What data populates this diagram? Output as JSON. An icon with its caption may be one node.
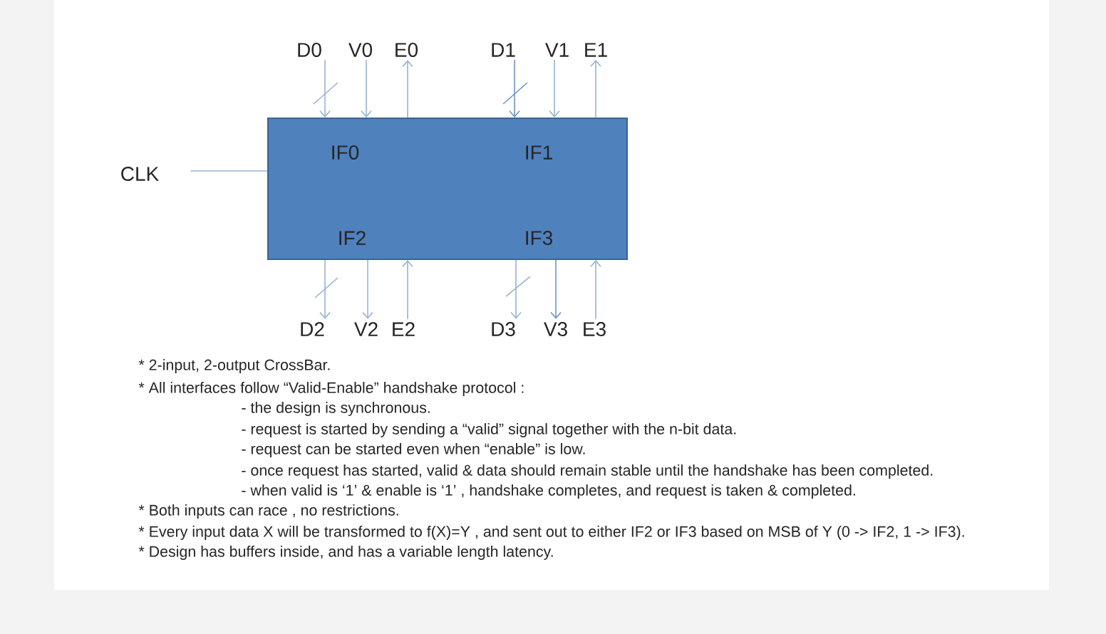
{
  "diagram": {
    "nodes": [
      {
        "text": [
          "D0"
        ]
      },
      {
        "text": [
          "V0"
        ]
      },
      {
        "text": [
          "E0"
        ]
      },
      {
        "text": [
          "D1"
        ]
      },
      {
        "text": [
          "V1"
        ]
      },
      {
        "text": [
          "E1"
        ]
      },
      {
        "text": [
          "CLK"
        ]
      },
      {
        "text": [
          "IF0",
          "IF1",
          "IF2",
          "IF3"
        ]
      },
      {
        "text": [
          "D2"
        ]
      },
      {
        "text": [
          "V2"
        ]
      },
      {
        "text": [
          "E2"
        ]
      },
      {
        "text": [
          "D3"
        ]
      },
      {
        "text": [
          "V3"
        ]
      },
      {
        "text": [
          "E3"
        ]
      }
    ],
    "edges": [
      {
        "from": 0,
        "to": 7,
        "arrow": "to"
      },
      {
        "from": 1,
        "to": 7,
        "arrow": "to"
      },
      {
        "from": 7,
        "to": 2,
        "arrow": "to"
      },
      {
        "from": 3,
        "to": 7,
        "arrow": "to",
        "color": "#6d94c6"
      },
      {
        "from": 4,
        "to": 7,
        "arrow": "to"
      },
      {
        "from": 7,
        "to": 5,
        "arrow": "to"
      },
      {
        "from": 6,
        "to": 7,
        "arrow": "none"
      },
      {
        "from": 7,
        "to": 8,
        "arrow": "to"
      },
      {
        "from": 7,
        "to": 9,
        "arrow": "to"
      },
      {
        "from": 10,
        "to": 7,
        "arrow": "to"
      },
      {
        "from": 7,
        "to": 11,
        "arrow": "to"
      },
      {
        "from": 7,
        "to": 12,
        "arrow": "to",
        "color": "#6d94c6"
      },
      {
        "from": 13,
        "to": 7,
        "arrow": "to"
      }
    ],
    "labels": [
      "* 2-input, 2-output CrossBar.",
      "* All interfaces follow “Valid-Enable” handshake protocol :",
      "- the design is synchronous.",
      "- request is started by sending a “valid” signal together with the n-bit data.",
      "- request can be started even when “enable” is low.",
      "- once request has started, valid & data should remain stable until the handshake has been completed.",
      "- when valid is ‘1’ & enable is ‘1’ , handshake completes, and request is taken & completed.",
      "* Both inputs can race , no restrictions.",
      "* Every input data X will be transformed to f(X)=Y , and sent out to either IF2 or IF3 based on MSB of Y (0 -> IF2, 1 -> IF3).",
      "* Design has buffers inside, and has a variable length latency."
    ]
  }
}
